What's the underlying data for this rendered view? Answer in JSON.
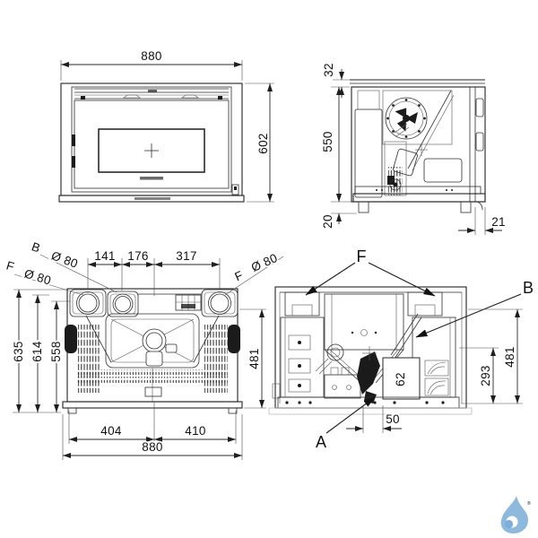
{
  "views": {
    "front": {
      "dim_width": "880",
      "dim_height": "602"
    },
    "side": {
      "dim_top": "32",
      "dim_height": "550",
      "dim_base": "20",
      "dim_setback": "21"
    },
    "top": {
      "callout_f_left": "F",
      "callout_f_left_dia": "Ø 80",
      "callout_b": "B",
      "callout_b_dia": "Ø 80",
      "callout_f_right": "F",
      "callout_f_right_dia": "Ø 80",
      "dim_top_1": "141",
      "dim_top_2": "176",
      "dim_top_3": "317",
      "dim_left_1": "635",
      "dim_left_2": "614",
      "dim_left_3": "558",
      "dim_right": "481",
      "dim_bottom_1": "404",
      "dim_bottom_2": "410",
      "dim_bottom_total": "880"
    },
    "rear": {
      "callout_f": "F",
      "callout_b": "B",
      "callout_a": "A",
      "dim_right_outer": "481",
      "dim_right_inner": "293",
      "dim_box": "62",
      "dim_bottom": "50"
    }
  },
  "logo": {
    "registered": "®"
  }
}
